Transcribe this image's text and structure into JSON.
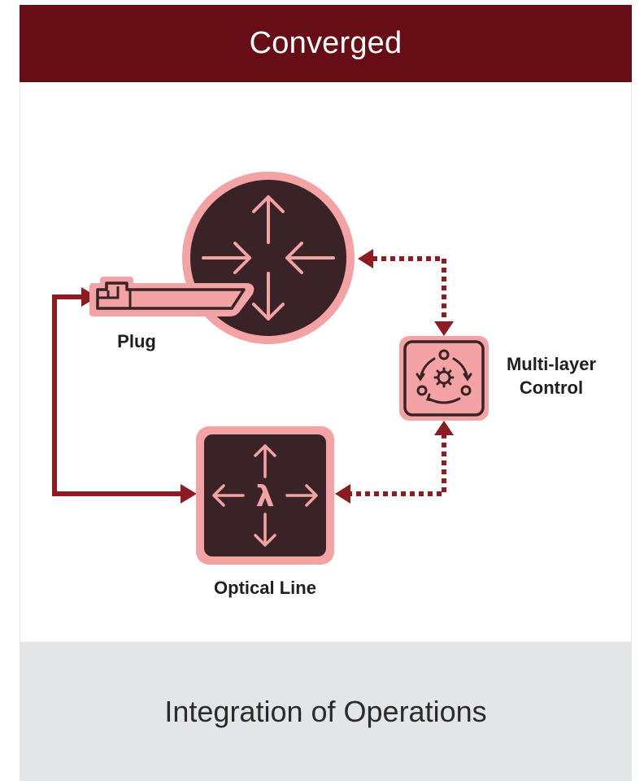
{
  "header": {
    "title": "Converged"
  },
  "footer": {
    "caption": "Integration of Operations"
  },
  "nodes": {
    "plug": {
      "label": "Plug"
    },
    "control": {
      "label_line1": "Multi-layer",
      "label_line2": "Control"
    },
    "optical": {
      "label": "Optical Line",
      "symbol": "λ"
    }
  },
  "colors": {
    "brand": "#670d16",
    "node_fill": "#3a2327",
    "node_ring": "#f3a3a3",
    "connector": "#8e1a22"
  }
}
